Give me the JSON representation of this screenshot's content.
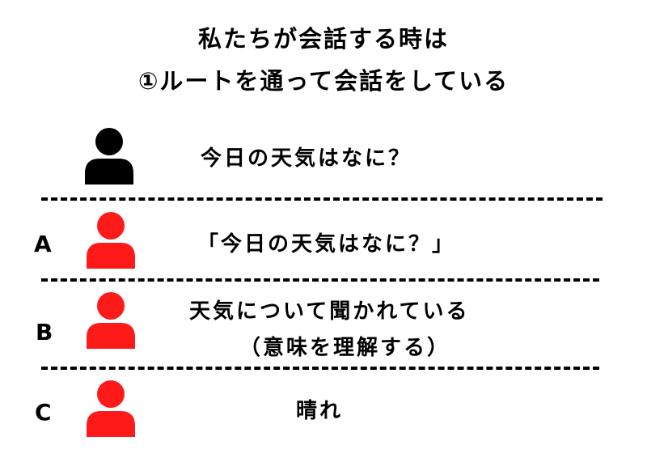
{
  "title": {
    "line1": "私たちが会話する時は",
    "line2": "①ルートを通って会話をしている"
  },
  "speaker": {
    "icon": "person-icon",
    "color": "#000000",
    "text": "今日の天気はなに？"
  },
  "rows": [
    {
      "letter": "A",
      "icon": "person-icon",
      "color": "#ff1a1a",
      "text": "「今日の天気はなに？」"
    },
    {
      "letter": "B",
      "icon": "person-icon",
      "color": "#ff1a1a",
      "text_line1": "天気について聞かれている",
      "text_line2": "（意味を理解する）"
    },
    {
      "letter": "C",
      "icon": "person-icon",
      "color": "#ff1a1a",
      "text": "晴れ"
    }
  ]
}
